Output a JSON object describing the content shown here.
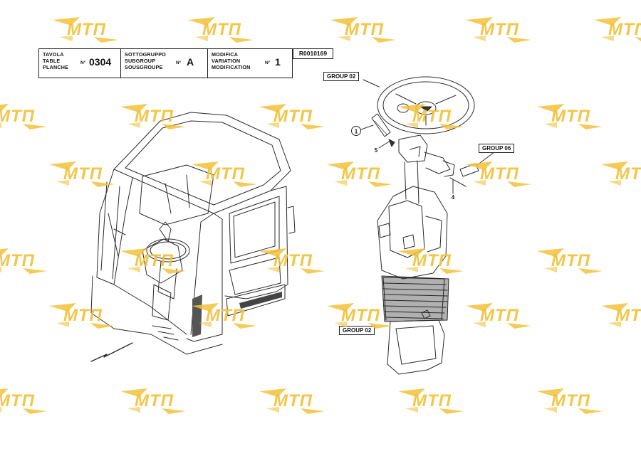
{
  "title_block": {
    "table": {
      "labels": [
        "TAVOLA",
        "TABLE",
        "PLANCHE"
      ],
      "no_prefix": "N°",
      "number": "0304"
    },
    "subgroup": {
      "labels": [
        "SOTTOGRUPPO",
        "SUBGROUP",
        "SOUSGROUPE"
      ],
      "no_prefix": "N°",
      "number": "A"
    },
    "modification": {
      "labels": [
        "MODIFICA",
        "VARIATION",
        "MODIFICATION"
      ],
      "no_prefix": "N°",
      "number": "1"
    }
  },
  "reference_code": "R0010169",
  "group_labels": {
    "steering_top": "GROUP 02",
    "right_control": "GROUP 06",
    "column_base": "GROUP 02"
  },
  "callouts": {
    "handle": "1",
    "screw": "5",
    "pin": "4"
  },
  "watermark": {
    "text": "МТП",
    "color": "#f3c23a"
  }
}
